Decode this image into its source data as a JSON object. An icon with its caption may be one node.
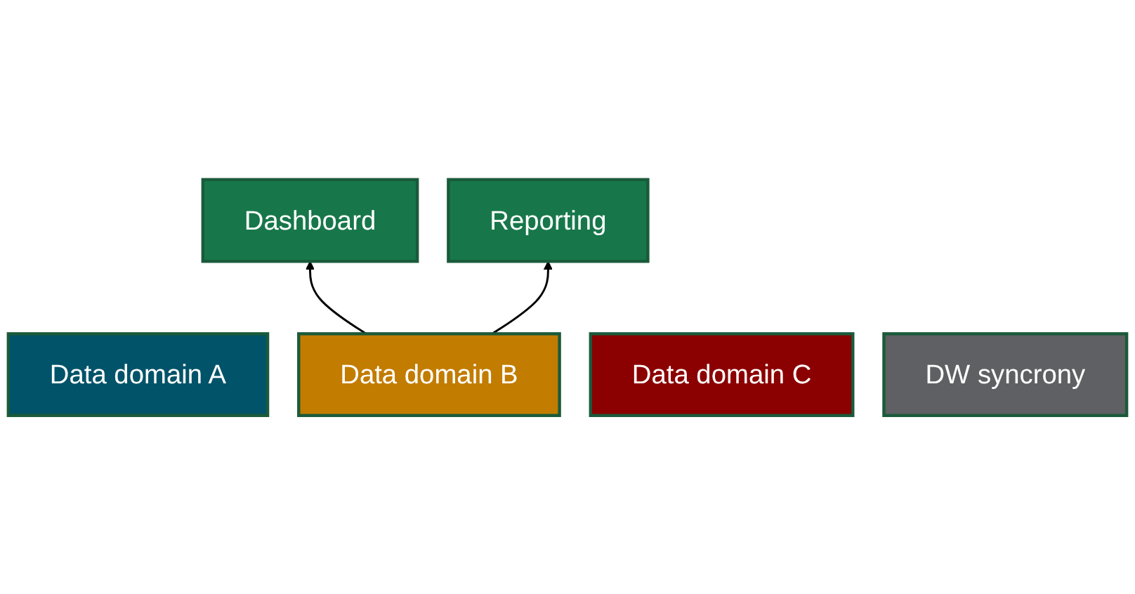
{
  "diagram": {
    "nodes": [
      {
        "text": [
          "Dashboard"
        ]
      },
      {
        "text": [
          "Reporting"
        ]
      },
      {
        "text": [
          "Data domain A"
        ]
      },
      {
        "text": [
          "Data domain B"
        ]
      },
      {
        "text": [
          "Data domain C"
        ]
      },
      {
        "text": [
          "DW syncrony"
        ]
      }
    ],
    "edges": [
      {
        "from": 3,
        "to": 0,
        "arrow": "to"
      },
      {
        "from": 3,
        "to": 1,
        "arrow": "to"
      }
    ]
  }
}
